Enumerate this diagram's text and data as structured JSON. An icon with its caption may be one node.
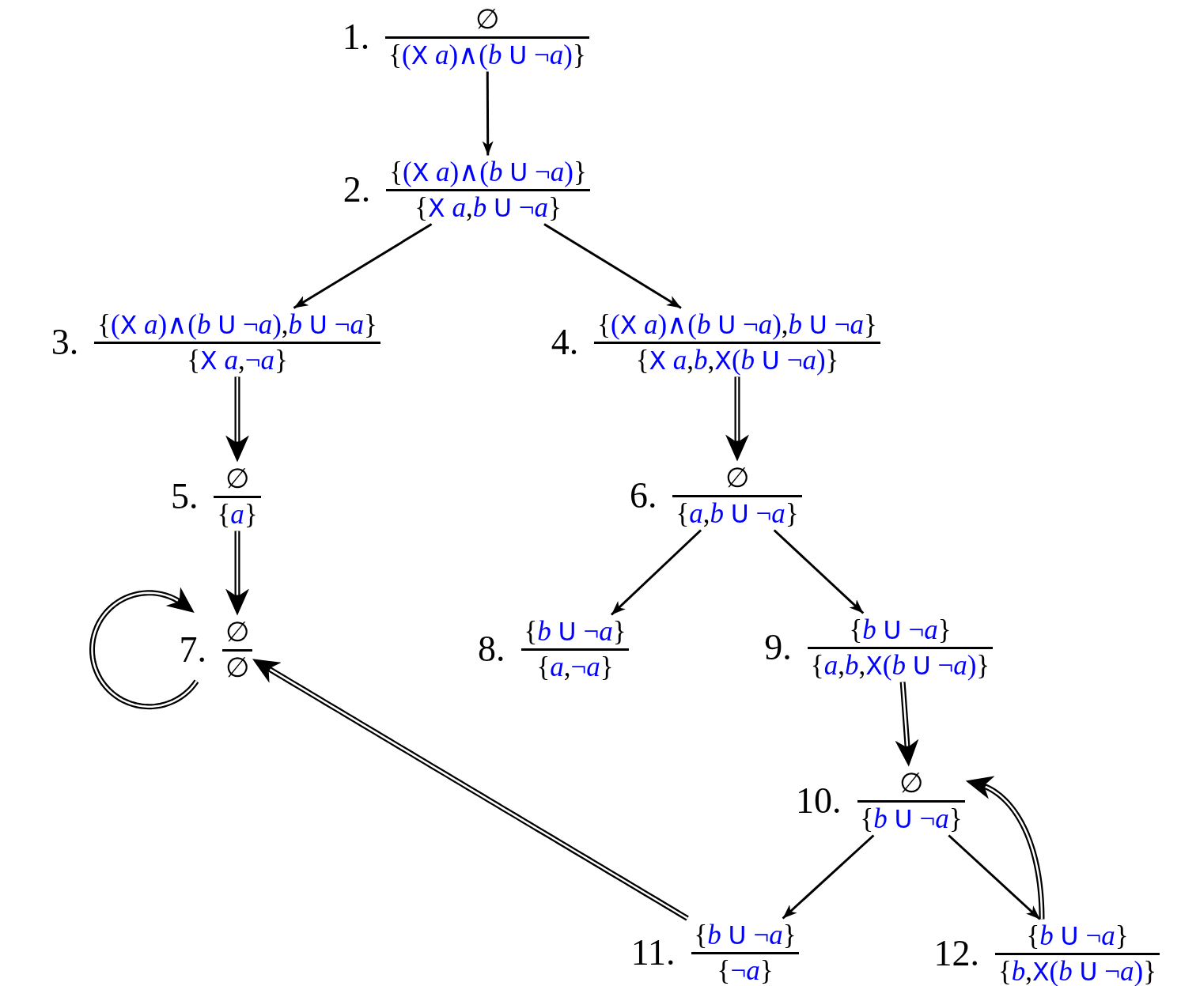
{
  "diagram": {
    "nodes": [
      {
        "text": [
          "1.",
          "∅",
          "{(X a)∧(b U ¬a)}"
        ]
      },
      {
        "text": [
          "2.",
          "{(X a)∧(b U ¬a)}",
          "{X a,b U ¬a}"
        ]
      },
      {
        "text": [
          "3.",
          "{(X a)∧(b U ¬a),b U ¬a}",
          "{X a,¬a}"
        ]
      },
      {
        "text": [
          "4.",
          "{(X a)∧(b U ¬a),b U ¬a}",
          "{X a,b,X(b U ¬a)}"
        ]
      },
      {
        "text": [
          "5.",
          "∅",
          "{a}"
        ]
      },
      {
        "text": [
          "6.",
          "∅",
          "{a,b U ¬a}"
        ]
      },
      {
        "text": [
          "7.",
          "∅",
          "∅"
        ]
      },
      {
        "text": [
          "8.",
          "{b U ¬a}",
          "{a,¬a}"
        ]
      },
      {
        "text": [
          "9.",
          "{b U ¬a}",
          "{a,b,X(b U ¬a)}"
        ]
      },
      {
        "text": [
          "10.",
          "∅",
          "{b U ¬a}"
        ]
      },
      {
        "text": [
          "11.",
          "{b U ¬a}",
          "{¬a}"
        ]
      },
      {
        "text": [
          "12.",
          "{b U ¬a}",
          "{b,X(b U ¬a)}"
        ]
      }
    ],
    "edges": [
      {
        "from": 0,
        "to": 1,
        "arrow": "to"
      },
      {
        "from": 1,
        "to": 2,
        "arrow": "to"
      },
      {
        "from": 1,
        "to": 3,
        "arrow": "to"
      },
      {
        "from": 2,
        "to": 4,
        "arrow": "to",
        "style": "thick"
      },
      {
        "from": 3,
        "to": 5,
        "arrow": "to",
        "style": "thick"
      },
      {
        "from": 4,
        "to": 6,
        "arrow": "to",
        "style": "thick"
      },
      {
        "from": 6,
        "to": 6,
        "arrow": "to",
        "style": "thick"
      },
      {
        "from": 5,
        "to": 7,
        "arrow": "to"
      },
      {
        "from": 5,
        "to": 8,
        "arrow": "to"
      },
      {
        "from": 8,
        "to": 9,
        "arrow": "to",
        "style": "thick"
      },
      {
        "from": 9,
        "to": 10,
        "arrow": "to"
      },
      {
        "from": 9,
        "to": 11,
        "arrow": "to"
      },
      {
        "from": 10,
        "to": 6,
        "arrow": "to",
        "style": "thick"
      },
      {
        "from": 11,
        "to": 9,
        "arrow": "to",
        "style": "thick"
      }
    ]
  }
}
